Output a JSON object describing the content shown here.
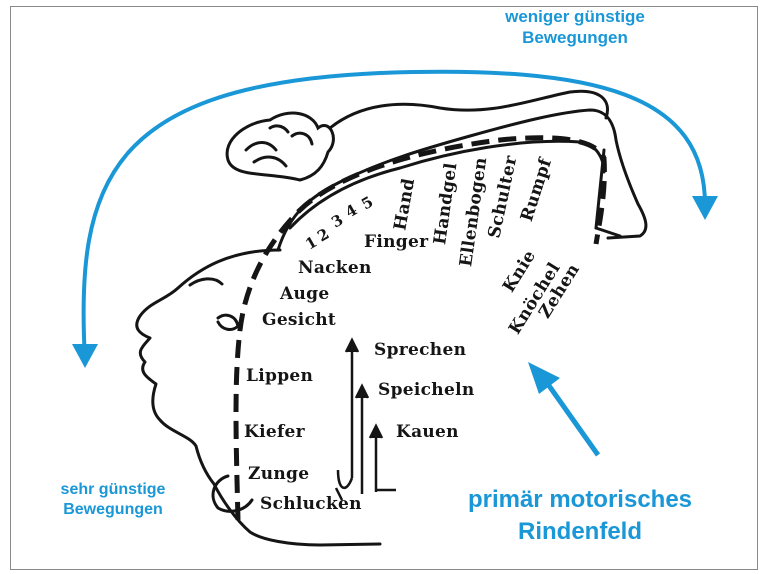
{
  "labels": {
    "less_favorable": [
      "weniger günstige",
      "Bewegungen"
    ],
    "very_favorable": [
      "sehr günstige",
      "Bewegungen"
    ],
    "cortex": [
      "primär motorisches",
      "Rindenfeld"
    ]
  },
  "body_parts": {
    "fingers": [
      "1",
      "2",
      "3",
      "4",
      "5"
    ],
    "finger": "Finger",
    "hand": "Hand",
    "handgelenk": "Handgel",
    "ellenbogen": "Ellenbogen",
    "schulter": "Schulter",
    "rumpf": "Rumpf",
    "knie": "Knie",
    "knoechel": "Knöchel",
    "zehen": "Zehen",
    "nacken": "Nacken",
    "auge": "Auge",
    "gesicht": "Gesicht",
    "lippen": "Lippen",
    "kiefer": "Kiefer",
    "zunge": "Zunge",
    "schlucken": "Schlucken"
  },
  "functions": {
    "sprechen": "Sprechen",
    "speicheln": "Speicheln",
    "kauen": "Kauen"
  },
  "colors": {
    "accent": "#1a97d6",
    "ink": "#151515"
  }
}
